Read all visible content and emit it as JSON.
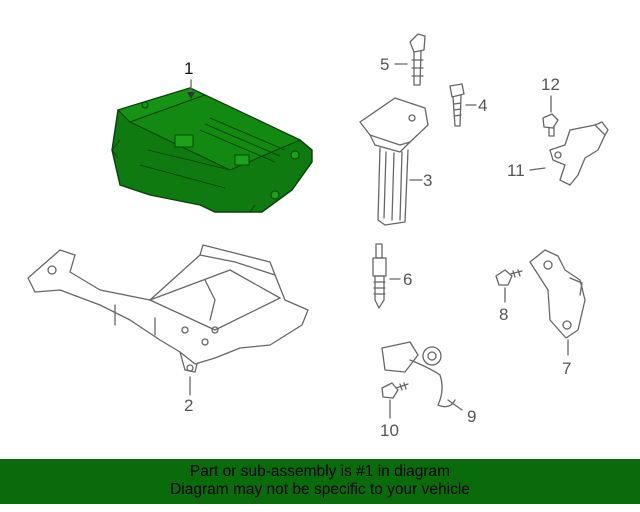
{
  "callouts": {
    "c1": "1",
    "c2": "2",
    "c3": "3",
    "c4": "4",
    "c5": "5",
    "c6": "6",
    "c7": "7",
    "c8": "8",
    "c9": "9",
    "c10": "10",
    "c11": "11",
    "c12": "12"
  },
  "banner": {
    "line1": "Part or sub-assembly is #1 in diagram",
    "line2": "Diagram may not be specific to your vehicle"
  },
  "colors": {
    "highlight": "#0f7a0f",
    "banner": "#0a6b0a",
    "linework": "#666666"
  }
}
